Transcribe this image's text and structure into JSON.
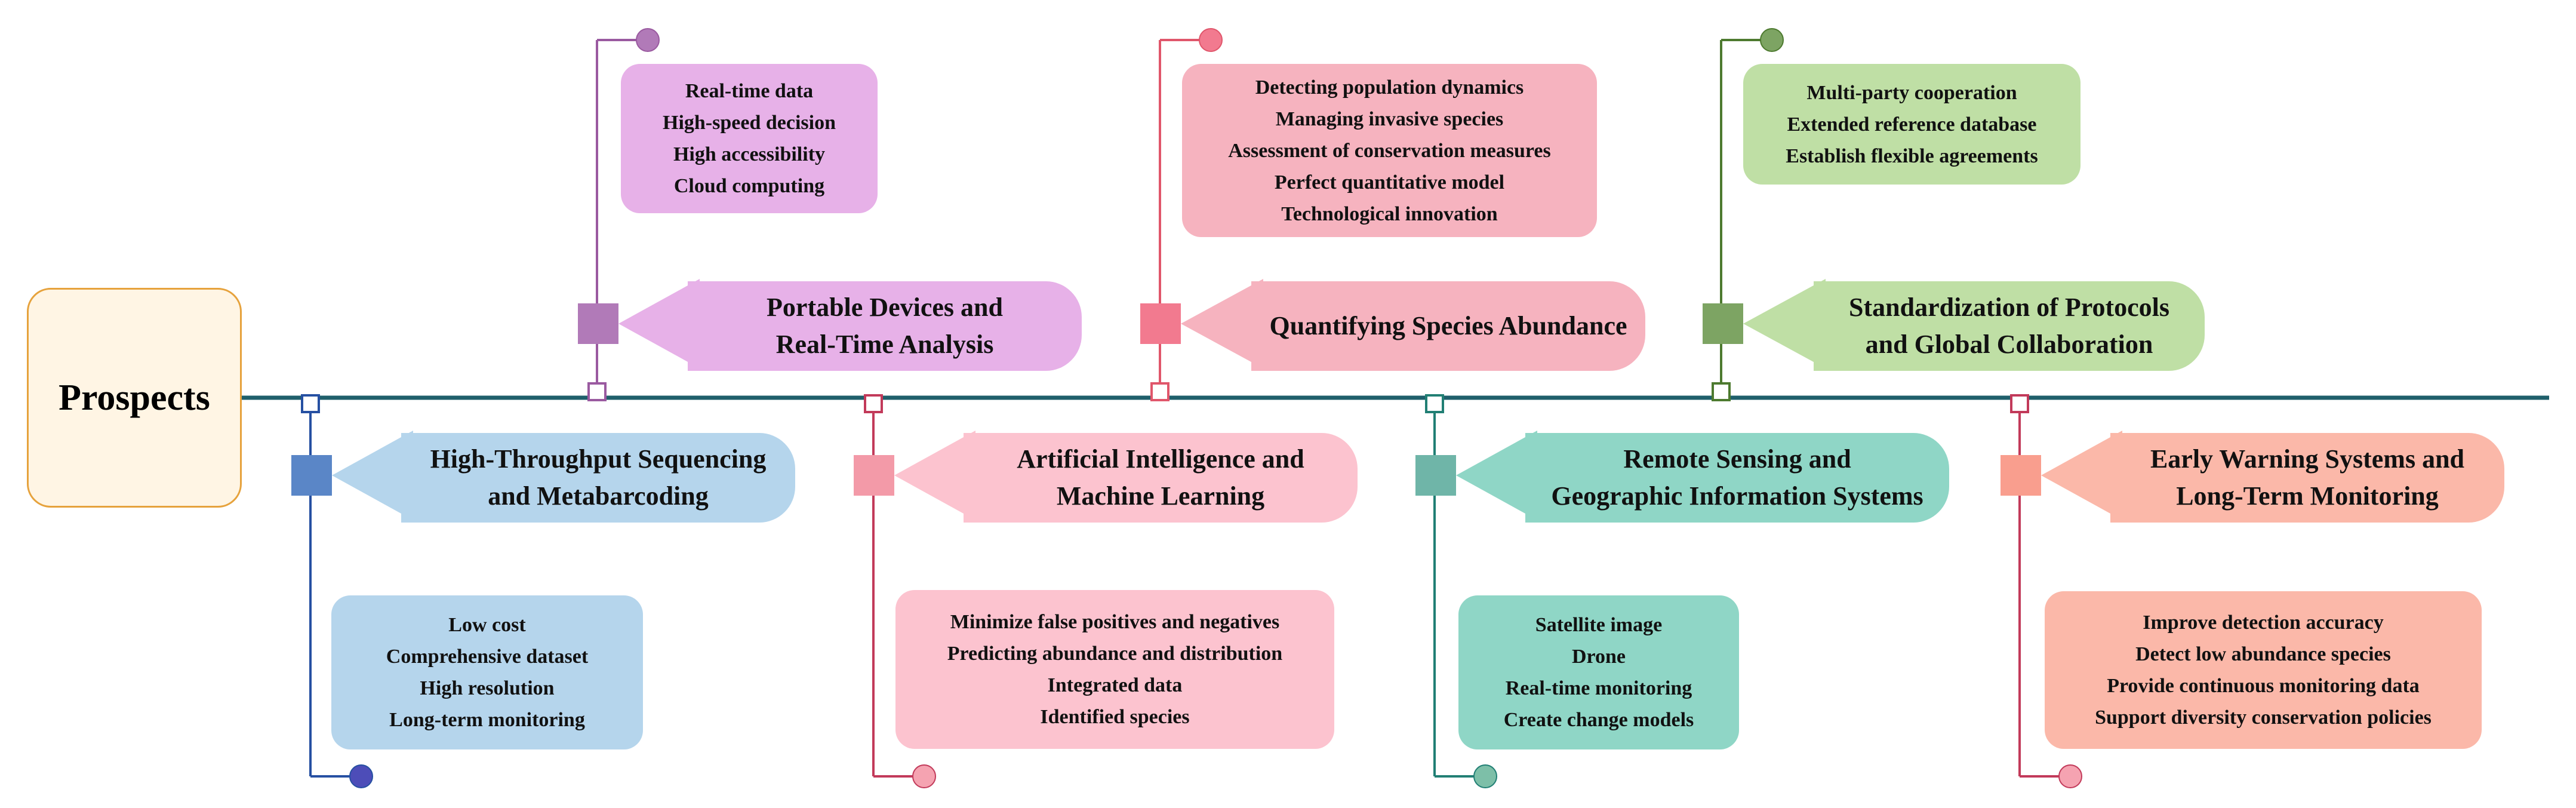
{
  "center": {
    "label": "Prospects"
  },
  "colors": {
    "timeline": "#1f5f6b",
    "center_border": "#e6a23c",
    "center_fill": "#fff5e4"
  },
  "branches": [
    {
      "id": "portable",
      "label_lines": [
        "Portable Devices and",
        "Real-Time Analysis"
      ],
      "items": [
        "Real-time data",
        "High-speed decision",
        "High accessibility",
        "Cloud computing"
      ],
      "color": "#e7b1e8",
      "marker": "#b17ab8",
      "line": "#9a5aa0",
      "dot": "#b17ab8"
    },
    {
      "id": "abundance",
      "label_lines": [
        "Quantifying Species Abundance"
      ],
      "items": [
        "Detecting population dynamics",
        "Managing invasive species",
        "Assessment of conservation measures",
        "Perfect quantitative model",
        "Technological innovation"
      ],
      "color": "#f6b3bf",
      "marker": "#f27a8f",
      "line": "#e0566b",
      "dot": "#f27a8f"
    },
    {
      "id": "standardization",
      "label_lines": [
        "Standardization of Protocols",
        "and Global Collaboration"
      ],
      "items": [
        "Multi-party cooperation",
        "Extended reference database",
        "Establish flexible agreements"
      ],
      "color": "#bfdfa5",
      "marker": "#7da463",
      "line": "#4d7a2f",
      "dot": "#7da463"
    },
    {
      "id": "sequencing",
      "label_lines": [
        "High-Throughput Sequencing",
        "and Metabarcoding"
      ],
      "items": [
        "Low cost",
        "Comprehensive dataset",
        "High resolution",
        "Long-term monitoring"
      ],
      "color": "#b5d5ec",
      "marker": "#5a86c7",
      "line": "#2650a2",
      "dot": "#4d4db8"
    },
    {
      "id": "ai",
      "label_lines": [
        "Artificial Intelligence and",
        "Machine Learning"
      ],
      "items": [
        "Minimize false positives and negatives",
        "Predicting abundance and distribution",
        "Integrated data",
        "Identified species"
      ],
      "color": "#fcc3cf",
      "marker": "#f39aa8",
      "line": "#c23a5a",
      "dot": "#f5a3b1"
    },
    {
      "id": "remote",
      "label_lines": [
        "Remote Sensing and",
        "Geographic Information Systems"
      ],
      "items": [
        "Satellite image",
        "Drone",
        "Real-time monitoring",
        "Create change models"
      ],
      "color": "#8fd6c6",
      "marker": "#6fb5a8",
      "line": "#217f74",
      "dot": "#7dbfa8"
    },
    {
      "id": "warning",
      "label_lines": [
        "Early Warning Systems and",
        "Long-Term Monitoring"
      ],
      "items": [
        "Improve detection accuracy",
        "Detect low abundance species",
        "Provide continuous monitoring data",
        "Support diversity conservation policies"
      ],
      "color": "#fbb8a9",
      "marker": "#f99e8e",
      "line": "#c23a5a",
      "dot": "#f5a3b1"
    }
  ]
}
